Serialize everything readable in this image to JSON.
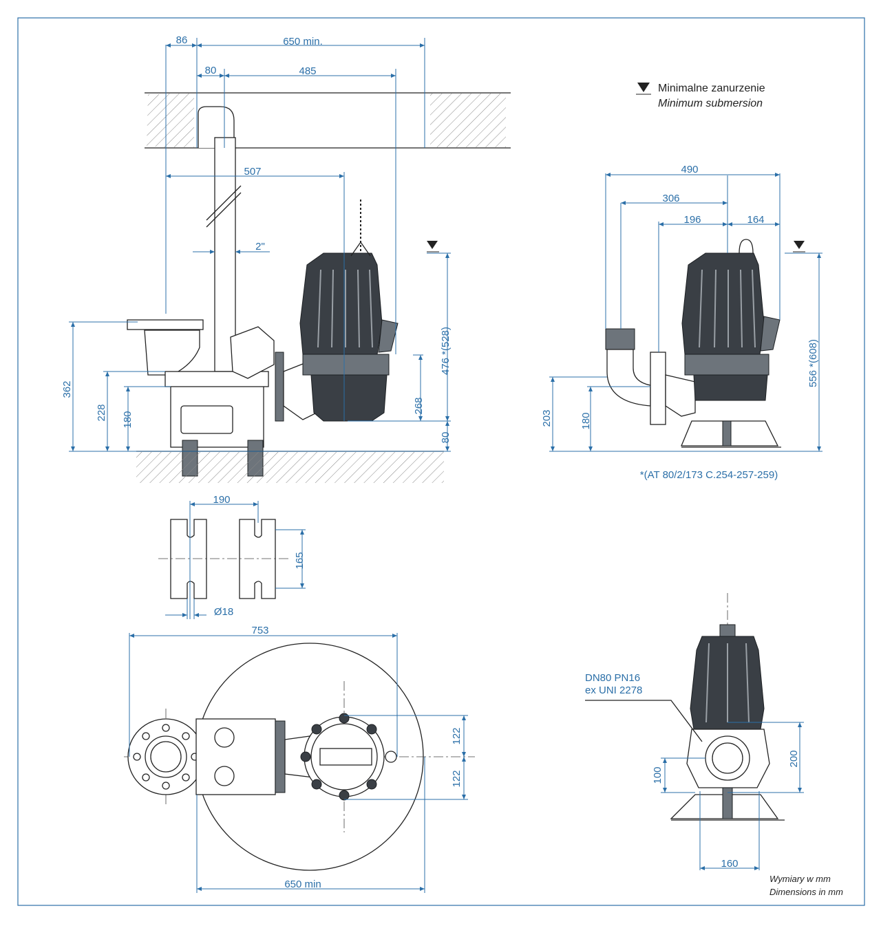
{
  "legend": {
    "line1": "Minimalne zanurzenie",
    "line2": "Minimum submersion"
  },
  "footnote": "*(AT 80/2/173 C.254-257-259)",
  "units": {
    "line1": "Wymiary w mm",
    "line2": "Dimensions in mm"
  },
  "flange_label": {
    "line1": "DN80 PN16",
    "line2": "ex UNI 2278"
  },
  "side_view": {
    "d86": "86",
    "d650": "650 min.",
    "d80": "80",
    "d485": "485",
    "d507": "507",
    "d2in": "2\"",
    "d362": "362",
    "d228": "228",
    "d180": "180",
    "d268": "268",
    "d80b": "80",
    "d476": "476 *(528)"
  },
  "front_view": {
    "d490": "490",
    "d306": "306",
    "d196": "196",
    "d164": "164",
    "d203": "203",
    "d180": "180",
    "d556": "556 *(608)"
  },
  "foot_detail": {
    "d190": "190",
    "d165": "165",
    "d18": "Ø18"
  },
  "plan_view": {
    "d753": "753",
    "d122a": "122",
    "d122b": "122",
    "d650": "650 min"
  },
  "end_view": {
    "d200": "200",
    "d100": "100",
    "d160": "160"
  },
  "colors": {
    "dimension": "#2b6fa8",
    "frame": "#2b6fa8",
    "outline": "#222222",
    "pump_body": "#3a3f45"
  }
}
